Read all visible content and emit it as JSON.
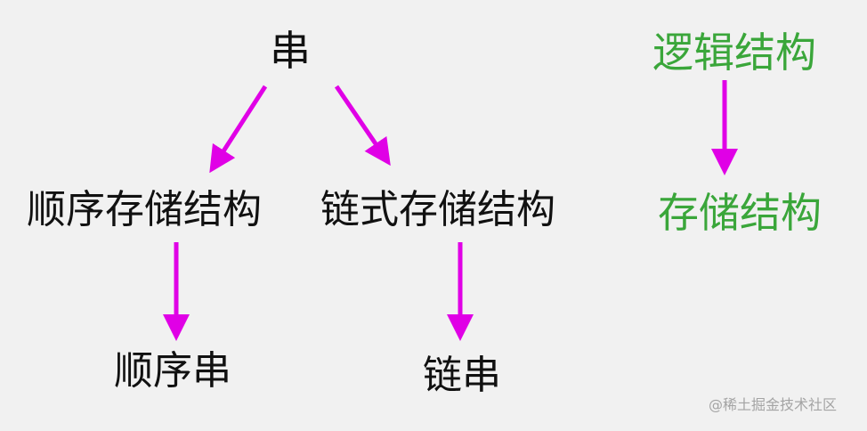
{
  "diagram": {
    "root": "串",
    "sequential_storage": "顺序存储结构",
    "linked_storage": "链式存储结构",
    "sequential_string": "顺序串",
    "linked_string": "链串",
    "logical_structure": "逻辑结构",
    "storage_structure": "存储结构"
  },
  "colors": {
    "arrow": "#e000e6",
    "node_text": "#111111",
    "legend_text": "#3aa63a"
  },
  "watermark": "@稀土掘金技术社区"
}
